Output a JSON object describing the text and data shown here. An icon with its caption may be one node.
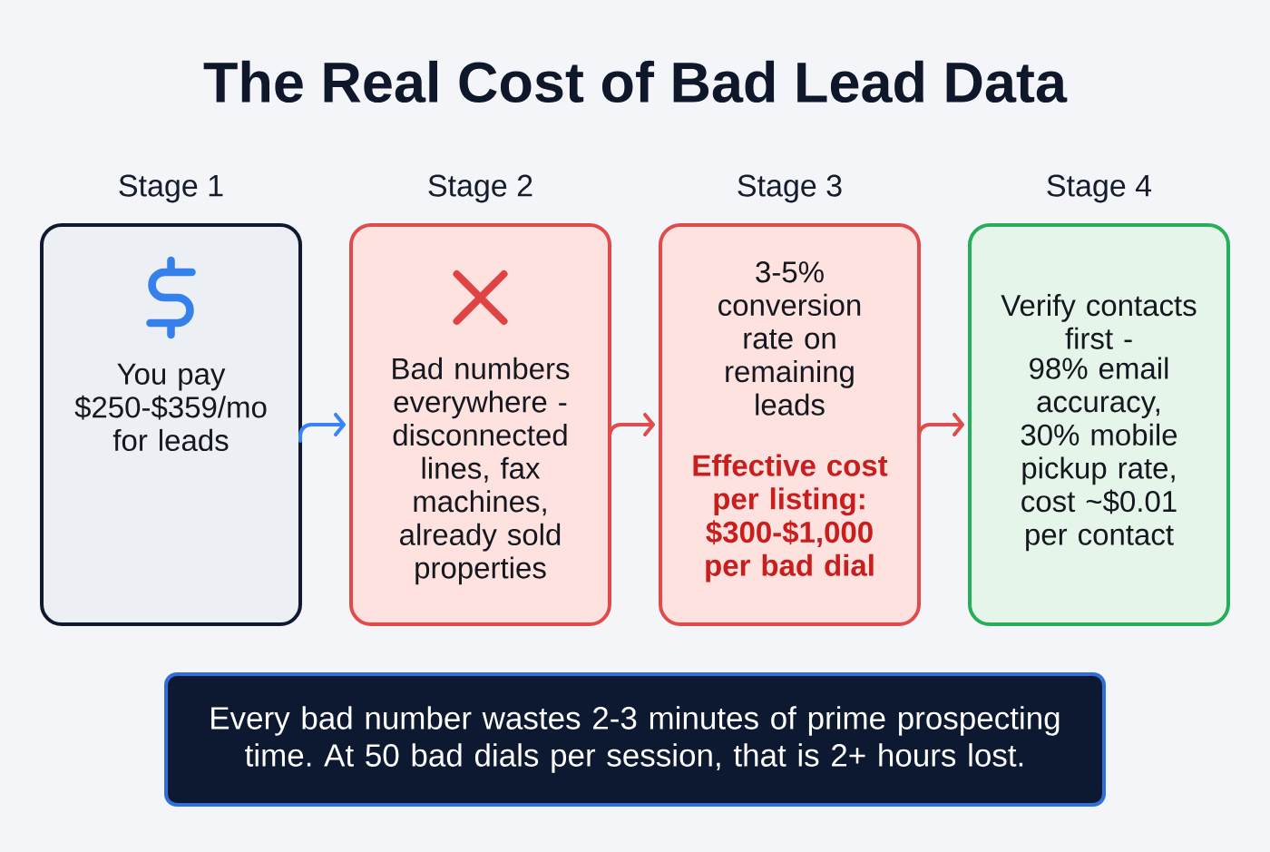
{
  "diagram": {
    "title": "The Real Cost of Bad Lead Data",
    "nodes": [
      {
        "text": [
          "Stage 1",
          "You pay $250-$359/mo for leads"
        ]
      },
      {
        "text": [
          "Stage 2",
          "Bad numbers everywhere - disconnected lines, fax machines, already sold properties"
        ]
      },
      {
        "text": [
          "Stage 3",
          "3-5% conversion rate on remaining leads",
          "Effective cost per listing: $300-$1,000 per bad dial"
        ]
      },
      {
        "text": [
          "Stage 4",
          "Verify contacts first -",
          "98% email accuracy, 30% mobile pickup rate, cost ~$0.01 per contact"
        ]
      },
      {
        "text": [
          "Every bad number wastes 2-3 minutes of prime prospecting time. At 50 bad dials per session, that is 2+ hours lost."
        ]
      }
    ],
    "edges": [
      {
        "from": 0,
        "to": 1,
        "arrow": "to",
        "color": "#3b82f6"
      },
      {
        "from": 1,
        "to": 2,
        "arrow": "to"
      },
      {
        "from": 2,
        "to": 3,
        "arrow": "to"
      }
    ]
  }
}
